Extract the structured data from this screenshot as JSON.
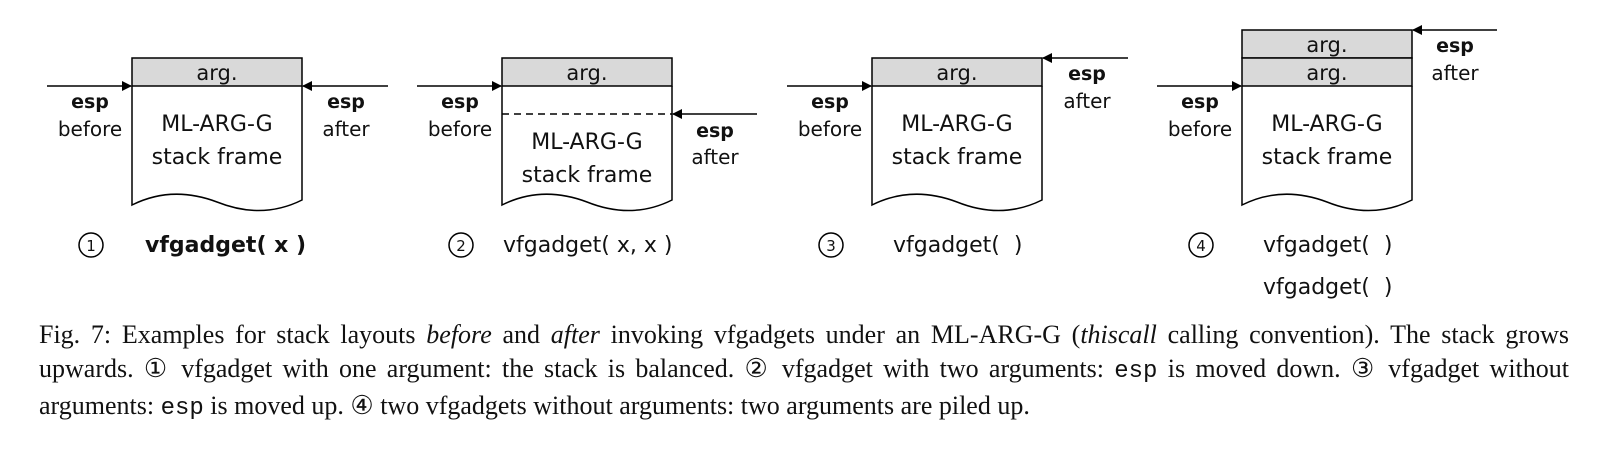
{
  "figure": {
    "colors": {
      "arg_fill": "#d9d9d9",
      "stroke": "#000000"
    },
    "panels": [
      {
        "number": "1",
        "arg_label": "arg.",
        "frame_line1": "ML-ARG-G",
        "frame_line2": "stack frame",
        "reg": "esp",
        "before": "before",
        "after": "after",
        "call": "vfgadget( x )",
        "call_bold": true
      },
      {
        "number": "2",
        "arg_label": "arg.",
        "frame_line1": "ML-ARG-G",
        "frame_line2": "stack frame",
        "reg": "esp",
        "before": "before",
        "after": "after",
        "call": "vfgadget( x, x )"
      },
      {
        "number": "3",
        "arg_label": "arg.",
        "frame_line1": "ML-ARG-G",
        "frame_line2": "stack frame",
        "reg": "esp",
        "before": "before",
        "after": "after",
        "call": "vfgadget(  )"
      },
      {
        "number": "4",
        "arg_label": "arg.",
        "arg_label_2": "arg.",
        "frame_line1": "ML-ARG-G",
        "frame_line2": "stack frame",
        "reg": "esp",
        "before": "before",
        "after": "after",
        "call": "vfgadget(  )",
        "call_2": "vfgadget(  )"
      }
    ]
  },
  "caption": {
    "prefix": "Fig. 7: Examples for stack layouts ",
    "before_word": "before",
    "and_word": " and ",
    "after_word": "after",
    "mid1": " invoking vfgadgets under an ML-ARG-G (",
    "thiscall": "thiscall",
    "mid2": " calling convention). The stack grows upwards. ① vfgadget with one argument: the stack is balanced. ② vfgadget with two arguments: ",
    "esp1": "esp",
    "mid3": " is moved down. ③ vfgadget without arguments: ",
    "esp2": "esp",
    "mid4": " is moved up. ④ two vfgadgets without arguments: two arguments are piled up."
  }
}
